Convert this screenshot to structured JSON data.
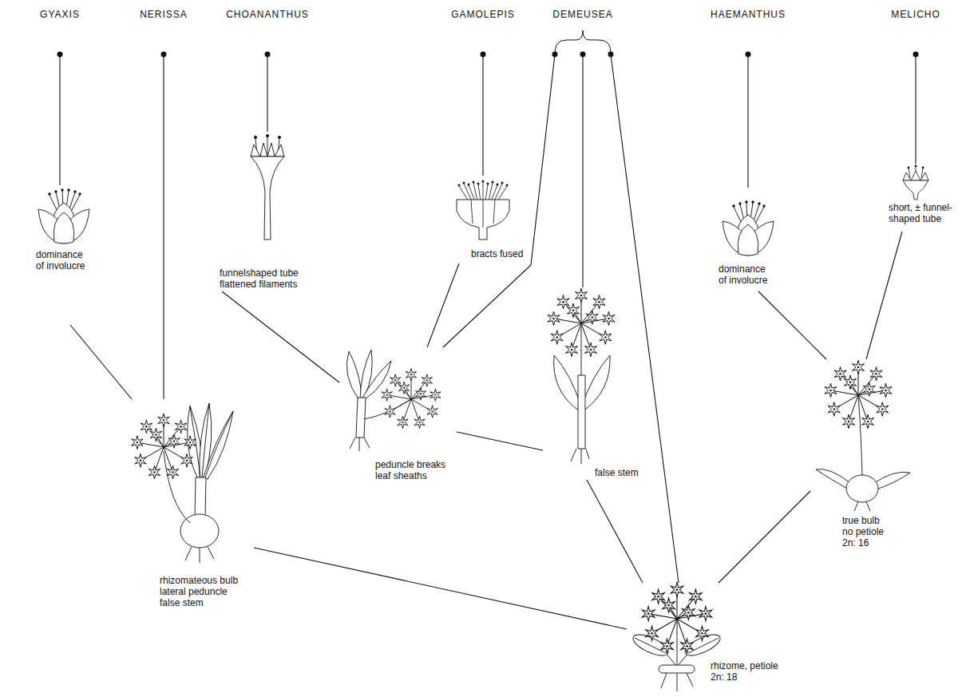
{
  "diagram": {
    "nodes": [
      {
        "text": [
          "GYAXIS"
        ]
      },
      {
        "text": [
          "NERISSA"
        ]
      },
      {
        "text": [
          "CHOANANTHUS"
        ]
      },
      {
        "text": [
          "GAMOLEPIS"
        ]
      },
      {
        "text": [
          "DEMEUSEA"
        ]
      },
      {
        "text": [
          "HAEMANTHUS"
        ]
      },
      {
        "text": [
          "MELICHO"
        ]
      },
      {
        "text": [
          "dominance of involucre"
        ]
      },
      {
        "text": [
          "funnelshaped tube flattened filaments"
        ]
      },
      {
        "text": [
          "bracts fused"
        ]
      },
      {
        "text": [
          "dominance of involucre"
        ]
      },
      {
        "text": [
          "short, ± funnel- shaped tube"
        ]
      },
      {
        "text": [
          "peduncle breaks leaf sheaths"
        ]
      },
      {
        "text": [
          "false stem"
        ]
      },
      {
        "text": [
          "true bulb no petiole 2n: 16"
        ]
      },
      {
        "text": [
          "rhizomateous bulb lateral peduncle false stem"
        ]
      },
      {
        "text": [
          "rhizome, petiole 2n: 18"
        ]
      }
    ],
    "edges": [
      {
        "from": 0,
        "to": 7,
        "arrow": "none"
      },
      {
        "from": 1,
        "to": 15,
        "arrow": "none"
      },
      {
        "from": 2,
        "to": 8,
        "arrow": "none"
      },
      {
        "from": 3,
        "to": 9,
        "arrow": "none"
      },
      {
        "from": 4,
        "to": 12,
        "arrow": "none"
      },
      {
        "from": 4,
        "to": 13,
        "arrow": "none"
      },
      {
        "from": 4,
        "to": 16,
        "arrow": "none"
      },
      {
        "from": 5,
        "to": 10,
        "arrow": "none"
      },
      {
        "from": 6,
        "to": 11,
        "arrow": "none"
      },
      {
        "from": 7,
        "to": 15,
        "arrow": "none"
      },
      {
        "from": 8,
        "to": 12,
        "arrow": "none"
      },
      {
        "from": 9,
        "to": 12,
        "arrow": "none"
      },
      {
        "from": 10,
        "to": 14,
        "arrow": "none"
      },
      {
        "from": 11,
        "to": 14,
        "arrow": "none"
      },
      {
        "from": 12,
        "to": 13,
        "arrow": "none"
      },
      {
        "from": 13,
        "to": 16,
        "arrow": "none"
      },
      {
        "from": 14,
        "to": 16,
        "arrow": "none"
      },
      {
        "from": 15,
        "to": 16,
        "arrow": "none"
      }
    ]
  }
}
